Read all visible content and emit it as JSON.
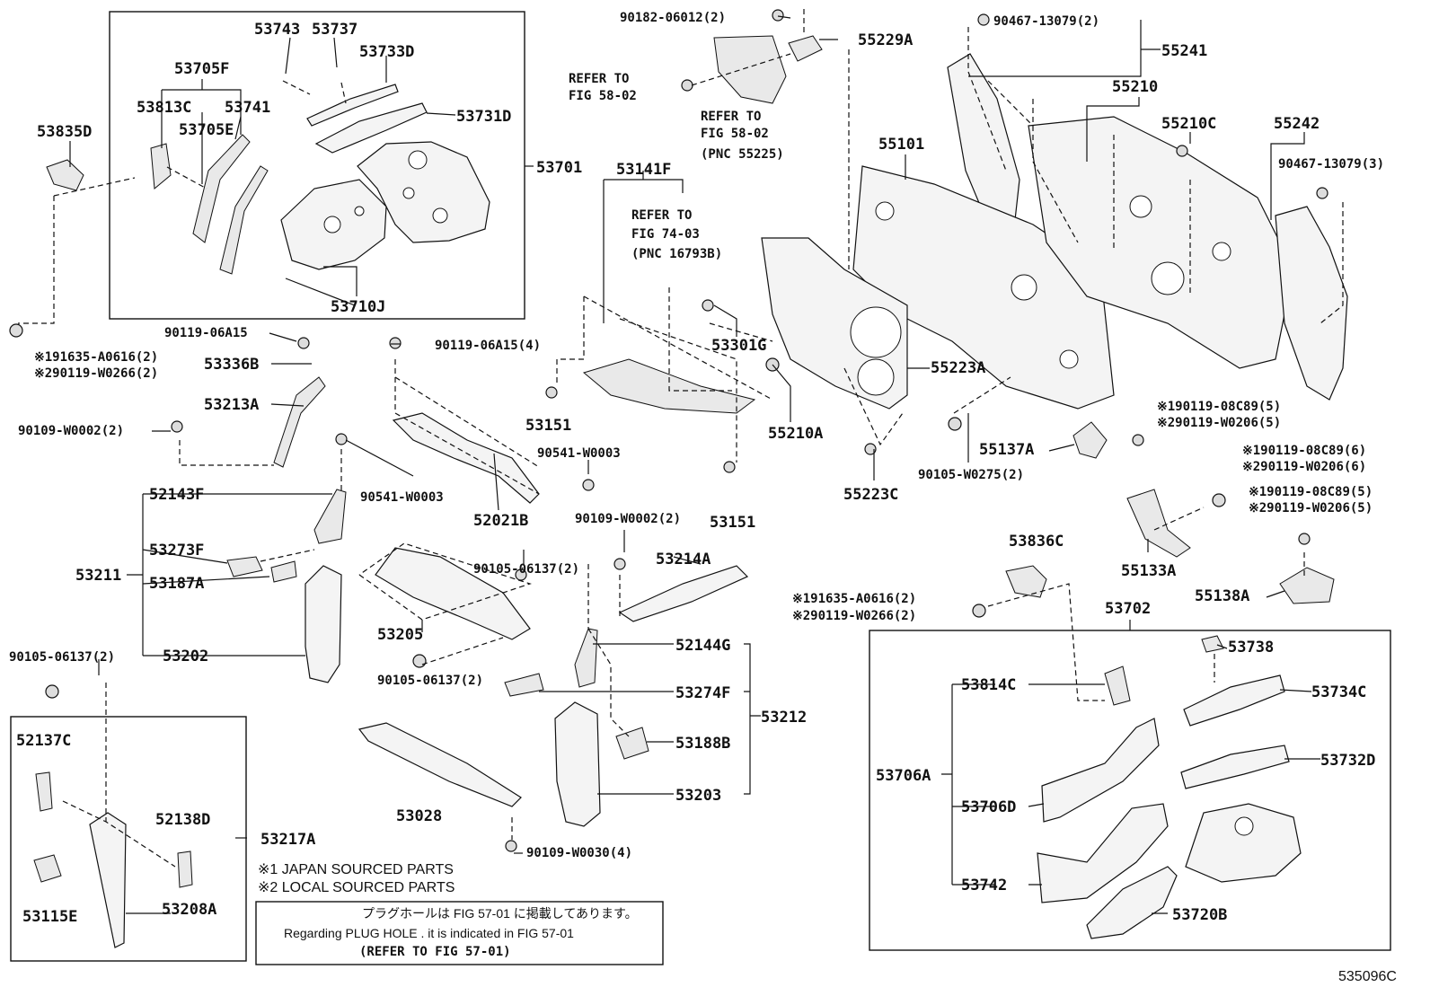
{
  "labels": {
    "p53743": "53743",
    "p53737": "53737",
    "p53733D": "53733D",
    "p53705F": "53705F",
    "p53813C": "53813C",
    "p53741": "53741",
    "p53731D": "53731D",
    "p53705E": "53705E",
    "p53835D": "53835D",
    "p53701": "53701",
    "p53710J": "53710J",
    "f191635A0616_a": "※191635-A0616(2)",
    "f290119W0266_a": "※290119-W0266(2)",
    "p9011906A15_a": "90119-06A15",
    "p53336B": "53336B",
    "p53213A": "53213A",
    "p90109W0002_a": "90109-W0002(2)",
    "p9011906A15_b": "90119-06A15(4)",
    "p52143F": "52143F",
    "p53273F": "53273F",
    "p53211": "53211",
    "p53187A": "53187A",
    "p53202": "53202",
    "p9010506137_a": "90105-06137(2)",
    "p90541W0003_a": "90541-W0003",
    "p52021B": "52021B",
    "p53205": "53205",
    "p9010506137_b": "90105-06137(2)",
    "p9010506137_c": "90105-06137(2)",
    "p52137C": "52137C",
    "p52138D": "52138D",
    "p53217A": "53217A",
    "p53115E": "53115E",
    "p53208A": "53208A",
    "p53028": "53028",
    "p90109W0030": "90109-W0030(4)",
    "p9018206012": "90182-06012(2)",
    "p55229A": "55229A",
    "refer5802a_1": "REFER TO",
    "refer5802a_2": "FIG 58-02",
    "refer5802b_1": "REFER TO",
    "refer5802b_2": "FIG 58-02",
    "refer5802b_3": "(PNC 55225)",
    "p53141F": "53141F",
    "refer7403_1": "REFER TO",
    "refer7403_2": "FIG 74-03",
    "refer7403_3": "(PNC 16793B)",
    "p53301G": "53301G",
    "p53151_a": "53151",
    "p53151_b": "53151",
    "p90541W0003_b": "90541-W0003",
    "p90109W0002_b": "90109-W0002(2)",
    "p53214A": "53214A",
    "p52144G": "52144G",
    "p53274F": "53274F",
    "p53212": "53212",
    "p53188B": "53188B",
    "p53203": "53203",
    "p9046713079_a": "90467-13079(2)",
    "p55241": "55241",
    "p55210": "55210",
    "p55210C": "55210C",
    "p55101": "55101",
    "p55242": "55242",
    "p9046713079_b": "90467-13079(3)",
    "p55223A": "55223A",
    "p55210A": "55210A",
    "p55223C": "55223C",
    "p9010508C89_a": "※190119-08C89(5)",
    "p90119W0206_a": "※290119-W0206(5)",
    "p55137A": "55137A",
    "p90105W0275": "90105-W0275(2)",
    "p9011908C89_b": "※190119-08C89(6)",
    "p90119W0206_b": "※290119-W0206(6)",
    "p9011908C89_c": "※190119-08C89(5)",
    "p90119W0206_c": "※290119-W0206(5)",
    "p55133A": "55133A",
    "p55138A": "55138A",
    "p53836C": "53836C",
    "f191635A0616_b": "※191635-A0616(2)",
    "f290119W0266_b": "※290119-W0266(2)",
    "p53702": "53702",
    "p53738": "53738",
    "p53814C": "53814C",
    "p53734C": "53734C",
    "p53732D": "53732D",
    "p53706A": "53706A",
    "p53706D": "53706D",
    "p53742": "53742",
    "p53720B": "53720B"
  },
  "notes": {
    "japan": "※1 JAPAN SOURCED PARTS",
    "local": "※2 LOCAL SOURCED PARTS",
    "plug_jp": "プラグホールは FIG 57-01 に掲載してあります。",
    "plug_en": "Regarding  PLUG  HOLE . it is indicated in  FIG  57-01",
    "plug_ref": "(REFER TO FIG 57-01)"
  },
  "figure_id": "535096C"
}
